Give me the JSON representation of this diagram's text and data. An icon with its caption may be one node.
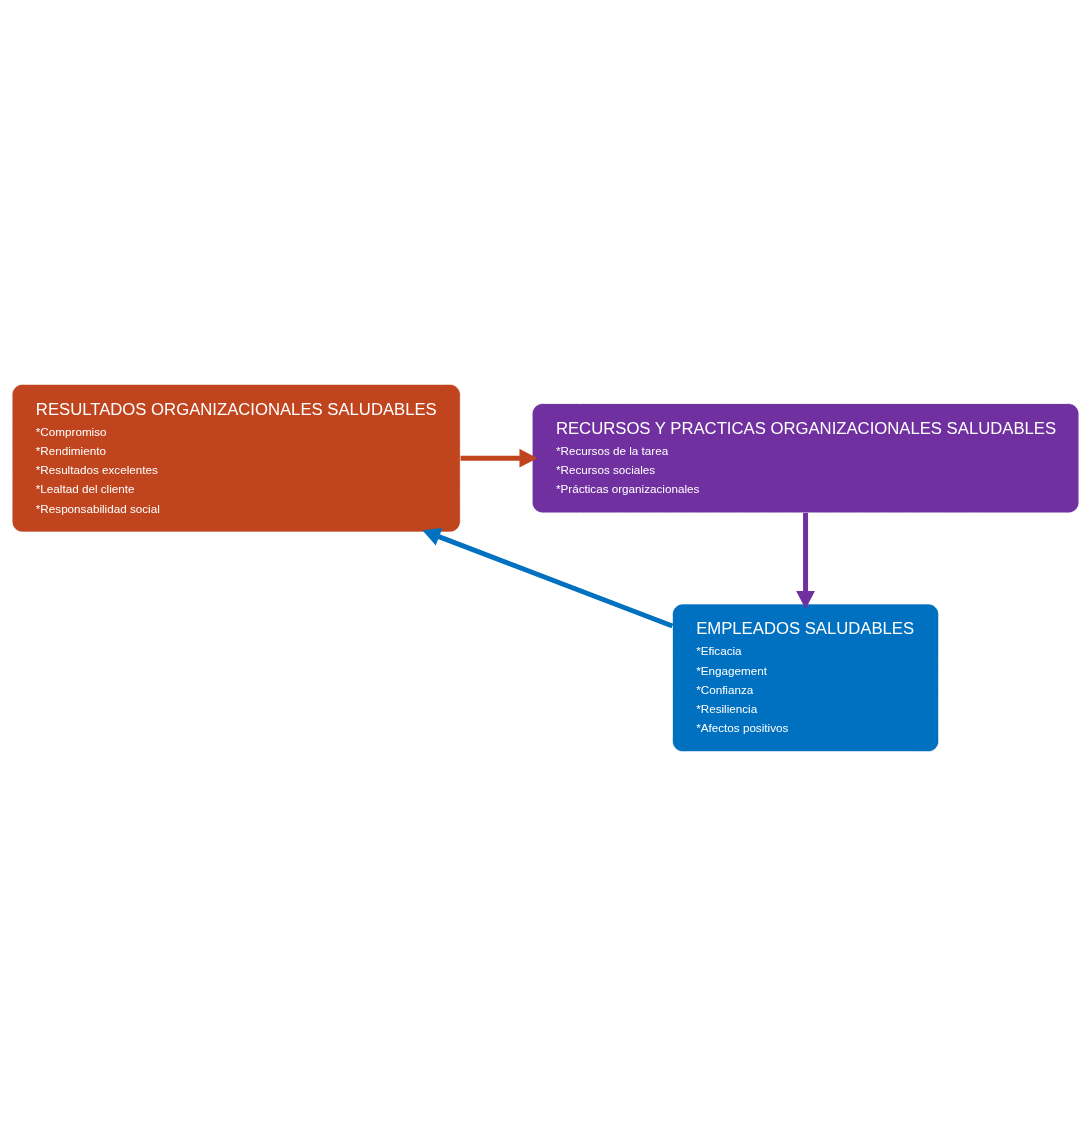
{
  "diagram": {
    "nodes": [
      {
        "text": [
          "RESULTADOS ORGANIZACIONALES SALUDABLES",
          "*Compromiso",
          "*Rendimiento",
          "*Resultados excelentes",
          "*Lealtad del cliente",
          "*Responsabilidad social"
        ]
      },
      {
        "text": [
          "RECURSOS Y PRACTICAS ORGANIZACIONALES SALUDABLES",
          "*Recursos de la tarea",
          "*Recursos sociales",
          "*Prácticas organizacionales"
        ]
      },
      {
        "text": [
          "EMPLEADOS SALUDABLES",
          "*Eficacia",
          "*Engagement",
          "*Confianza",
          "*Resiliencia",
          "*Afectos positivos"
        ]
      }
    ],
    "edges": [
      {
        "from": 0,
        "to": 1,
        "arrow": "to",
        "color": "#c0451f"
      },
      {
        "from": 1,
        "to": 2,
        "arrow": "to",
        "color": "#7030a0"
      },
      {
        "from": 2,
        "to": 0,
        "arrow": "to",
        "color": "#0070c0"
      }
    ]
  }
}
